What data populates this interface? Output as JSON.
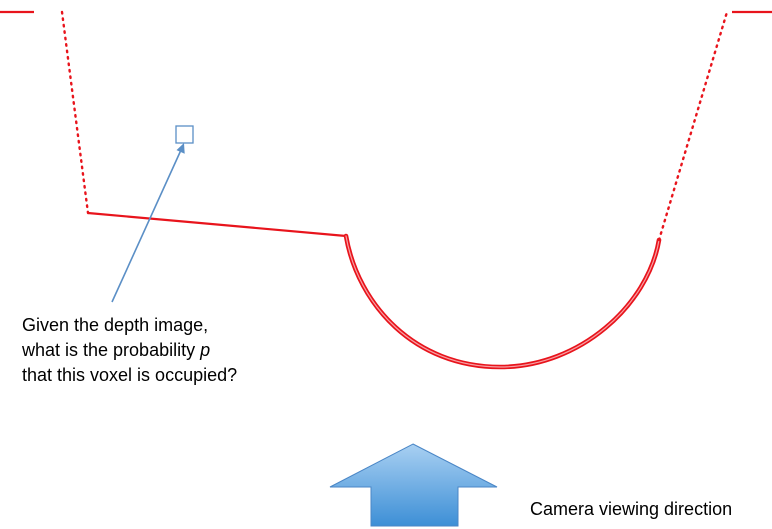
{
  "annotation": {
    "line1": "Given the depth image,",
    "line2_prefix": "what is the probability ",
    "line2_var": "p",
    "line3": "that this voxel is occupied?"
  },
  "camera": {
    "label": "Camera viewing direction"
  },
  "colors": {
    "surface": "#e8141c",
    "surface_highlight": "#f7a0a4",
    "pointer_arrow": "#5b8fc6",
    "voxel_outline": "#5b8fc6",
    "camera_arrow_top": "#a9d0f2",
    "camera_arrow_bottom": "#3d8fd6",
    "camera_arrow_outline": "#4a86c6"
  }
}
